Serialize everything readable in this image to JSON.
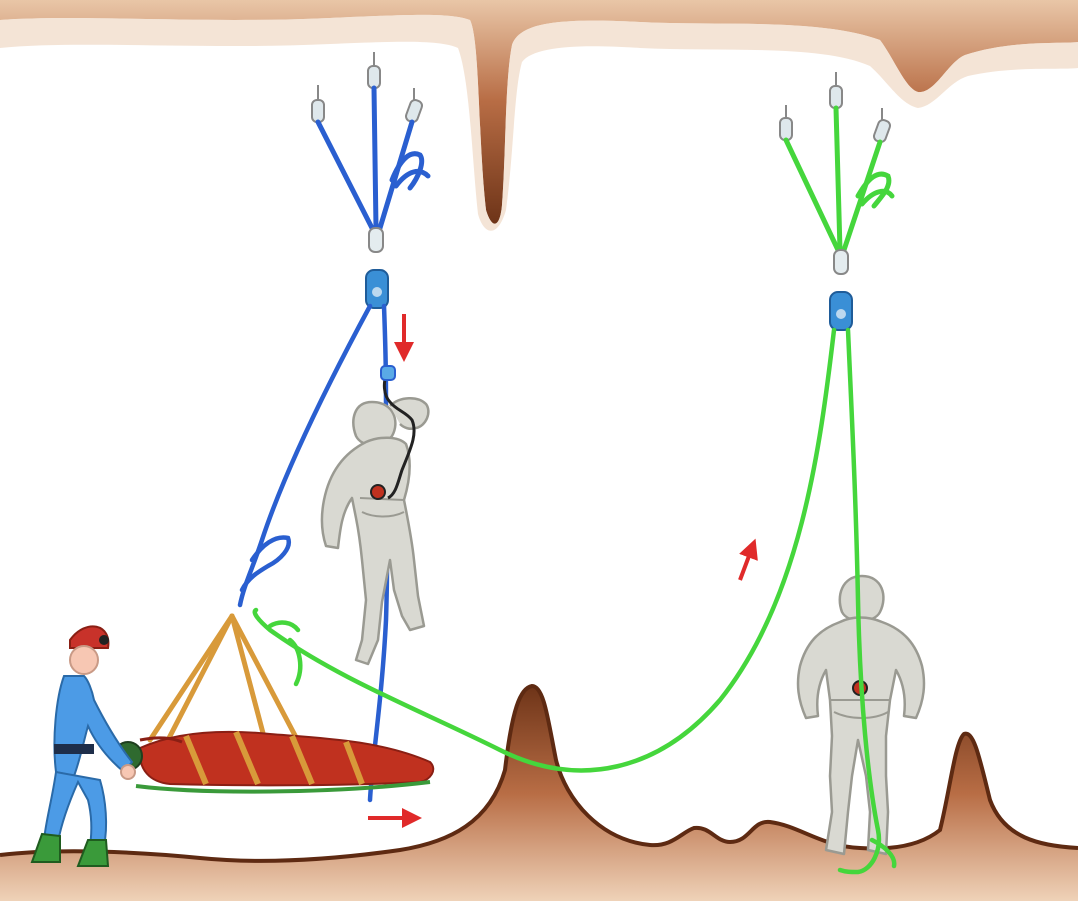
{
  "illustration": {
    "scene": "cave-stretcher-counterweight-haul",
    "colors": {
      "background": "#ffffff",
      "rock_dark": "#8a4a2c",
      "rock_light": "#e8c4a6",
      "blue_rope": "#2a5fd0",
      "green_rope": "#45d63c",
      "arrow_red": "#e02a2a",
      "stretcher_red": "#c0311f",
      "stretcher_strap": "#d89a3a",
      "suit_grey": "#d9d9d2",
      "suit_outline": "#9a9a92",
      "caver_blue": "#4c9be6",
      "helmet_red": "#c8322a",
      "boot_green": "#3a9a3a",
      "carabiner": "#c9d7dd",
      "pulley_blue": "#3a8fd6"
    },
    "elements": [
      "cave-ceiling",
      "cave-floor",
      "blue-anchor-rig",
      "blue-pulley",
      "blue-haul-rope",
      "counterweight-rescuer",
      "green-anchor-rig",
      "green-pulley",
      "green-haul-rope",
      "standing-rescuer",
      "stretcher",
      "patient",
      "guiding-caver",
      "arrow-down",
      "arrow-up-right",
      "arrow-right"
    ]
  }
}
